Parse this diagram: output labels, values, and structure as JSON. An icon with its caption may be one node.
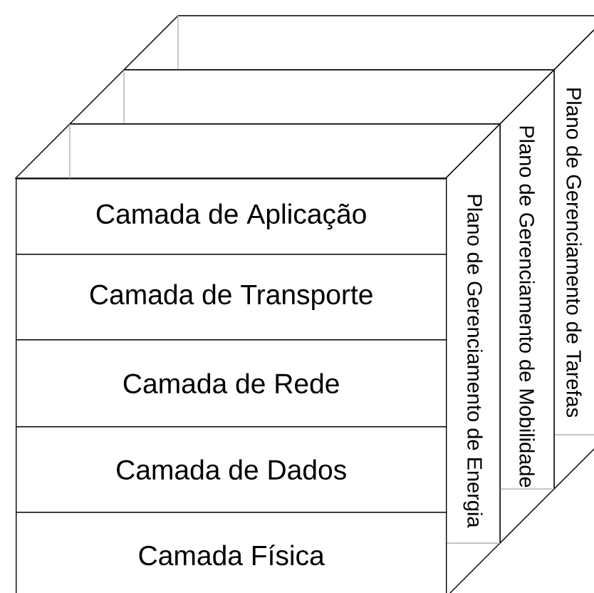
{
  "diagram": {
    "nodes": [
      {
        "text": [
          "Camada de Aplicação"
        ]
      },
      {
        "text": [
          "Camada de Transporte"
        ]
      },
      {
        "text": [
          "Camada de Rede"
        ]
      },
      {
        "text": [
          "Camada de Dados"
        ]
      },
      {
        "text": [
          "Camada Física"
        ]
      },
      {
        "text": [
          "Plano de Gerenciamento de Energia"
        ]
      },
      {
        "text": [
          "Plano de Gerenciamento de Mobilidade"
        ]
      },
      {
        "text": [
          "Plano de Gerenciamento de Tarefas"
        ]
      }
    ]
  }
}
